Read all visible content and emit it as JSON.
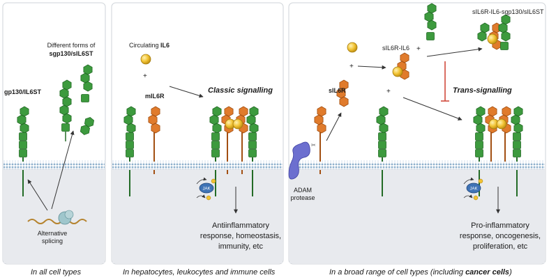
{
  "panel1": {
    "gp130_label": "gp130/IL6ST",
    "forms_line1": "Different forms of",
    "forms_line2": "sgp130/sIL6ST",
    "splicing_line1": "Alternative",
    "splicing_line2": "splicing",
    "caption": "In all cell types"
  },
  "panel2": {
    "circ_prefix": "Circulating ",
    "circ_bold": "IL6",
    "plus": "+",
    "mil6r": "mIL6R",
    "classic": "Classic signalling",
    "jak": "JAK",
    "p": "P",
    "outcome_line1": "Antiinflammatory",
    "outcome_line2": "response, homeostasis,",
    "outcome_line3": "immunity, etc",
    "caption": "In hepatocytes, leukocytes and immune cells"
  },
  "panel3": {
    "sil6r": "sIL6R",
    "sil6r_il6": "sIL6R-IL6",
    "complex": "sIL6R-IL6-sgp130/sIL6ST",
    "plus": "+",
    "trans": "Trans-signalling",
    "adam_line1": "ADAM",
    "adam_line2": "protease",
    "jak": "JAK",
    "p": "P",
    "outcome_line1": "Pro-inflammatory",
    "outcome_line2": "response, oncogenesis,",
    "outcome_line3": "proliferation, etc",
    "caption_prefix": "In a broad range of cell types (including ",
    "caption_bold": "cancer cells",
    "caption_suffix": ")"
  },
  "colors": {
    "green": "#3d9a3e",
    "green_dark": "#236b26",
    "orange": "#e07b2c",
    "orange_dark": "#a24f12",
    "gold": "#f1c232",
    "membrane": "#9bb8cf",
    "cell": "#e7e9ed",
    "jak": "#3f73b5",
    "red": "#d04a3c"
  }
}
